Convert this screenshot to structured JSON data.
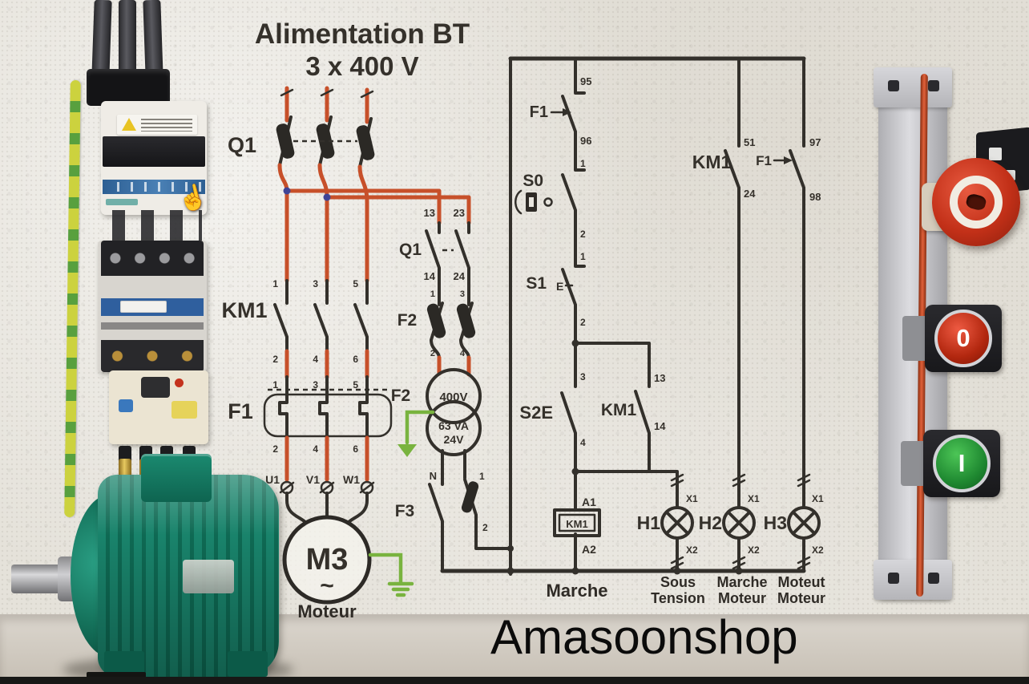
{
  "watermark": "Amasoonshop",
  "diagram": {
    "title1": "Alimentation BT",
    "title2": "3 x 400 V",
    "power": {
      "q1": "Q1",
      "km1": "KM1",
      "f1": "F1",
      "u1": "U1",
      "v1": "V1",
      "w1": "W1",
      "m3": "M3",
      "wave": "~",
      "moteur": "Moteur"
    },
    "mid": {
      "q1aux": "Q1",
      "f2": "F2",
      "f2tx": "F2",
      "f3": "F3",
      "tx_prim": "400V",
      "tx_va": "63 VA",
      "tx_sec": "24V",
      "n": "N"
    },
    "ladder": {
      "f1": "F1",
      "s0": "S0",
      "s1": "S1",
      "s1e": "E",
      "s2e": "S2E",
      "km1aux": "KM1",
      "km1top": "KM1",
      "f1top": "F1",
      "coil": "KM1",
      "h1": "H1",
      "h2": "H2",
      "h3": "H3"
    },
    "num": {
      "p1": "1",
      "p2": "2",
      "p3": "3",
      "p4": "4",
      "p5": "5",
      "p6": "6",
      "n13": "13",
      "n14": "14",
      "n23": "23",
      "n24": "24",
      "n51": "51",
      "n95": "95",
      "n96": "96",
      "n97": "97",
      "n98": "98",
      "a1": "A1",
      "a2": "A2",
      "x1": "X1",
      "x2": "X2"
    },
    "captions": {
      "marche": "Marche",
      "sous": "Sous",
      "tension": "Tension",
      "marche2": "Marche",
      "moteur2": "Moteur",
      "defaut1": "Moteut",
      "defaut2": "Moteur"
    }
  },
  "panel": {
    "stop": "0",
    "start": "I"
  }
}
